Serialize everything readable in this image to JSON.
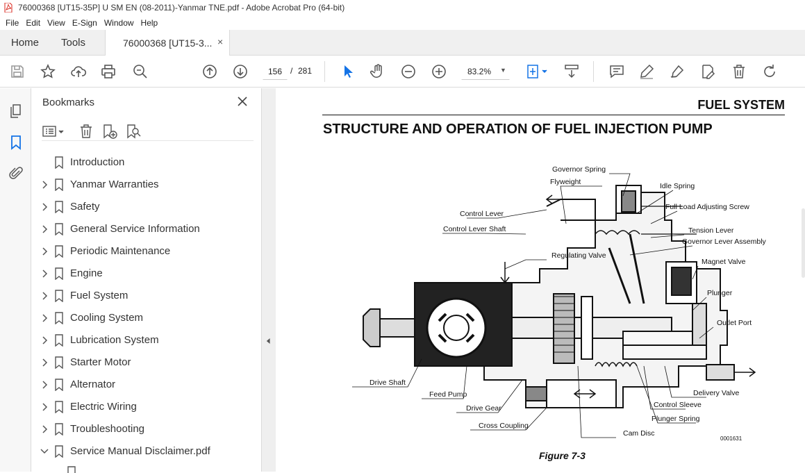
{
  "window": {
    "title": "76000368 [UT15-35P] U SM EN (08-2011)-Yanmar TNE.pdf - Adobe Acrobat Pro (64-bit)"
  },
  "menu": [
    "File",
    "Edit",
    "View",
    "E-Sign",
    "Window",
    "Help"
  ],
  "tabs": {
    "home": "Home",
    "tools": "Tools",
    "document": "76000368 [UT15-3...",
    "close": "×"
  },
  "toolbar": {
    "current_page": "156",
    "page_separator": "/",
    "total_pages": "281",
    "zoom": "83.2%"
  },
  "bookmarks": {
    "title": "Bookmarks",
    "items": [
      {
        "label": "Introduction",
        "expander": "none"
      },
      {
        "label": "Yanmar Warranties",
        "expander": "collapsed"
      },
      {
        "label": "Safety",
        "expander": "collapsed"
      },
      {
        "label": "General Service Information",
        "expander": "collapsed"
      },
      {
        "label": "Periodic Maintenance",
        "expander": "collapsed"
      },
      {
        "label": "Engine",
        "expander": "collapsed"
      },
      {
        "label": "Fuel System",
        "expander": "collapsed"
      },
      {
        "label": "Cooling System",
        "expander": "collapsed"
      },
      {
        "label": "Lubrication System",
        "expander": "collapsed"
      },
      {
        "label": "Starter Motor",
        "expander": "collapsed"
      },
      {
        "label": "Alternator",
        "expander": "collapsed"
      },
      {
        "label": "Electric Wiring",
        "expander": "collapsed"
      },
      {
        "label": "Troubleshooting",
        "expander": "collapsed"
      },
      {
        "label": "Service Manual Disclaimer.pdf",
        "expander": "expanded"
      }
    ]
  },
  "document": {
    "section_header": "FUEL SYSTEM",
    "page_title": "STRUCTURE AND OPERATION OF FUEL INJECTION PUMP",
    "figure_caption": "Figure 7-3",
    "figure_id": "0001631",
    "callouts": {
      "governor_spring": "Governor Spring",
      "flyweight": "Flyweight",
      "idle_spring": "Idle Spring",
      "control_lever": "Control Lever",
      "full_load_screw": "Full Load Adjusting Screw",
      "control_lever_shaft": "Control Lever Shaft",
      "tension_lever": "Tension Lever",
      "governor_lever_assembly": "Governor Lever Assembly",
      "regulating_valve": "Regulating Valve",
      "magnet_valve": "Magnet Valve",
      "plunger": "Plunger",
      "outlet_port": "Outlet Port",
      "drive_shaft": "Drive Shaft",
      "feed_pump": "Feed Pump",
      "delivery_valve": "Delivery Valve",
      "drive_gear": "Drive Gear",
      "control_sleeve": "Control Sleeve",
      "plunger_spring": "Plunger Spring",
      "cross_coupling": "Cross Coupling",
      "cam_disc": "Cam Disc"
    }
  },
  "colors": {
    "accent": "#1473e6",
    "pdf_red": "#d9261c"
  }
}
